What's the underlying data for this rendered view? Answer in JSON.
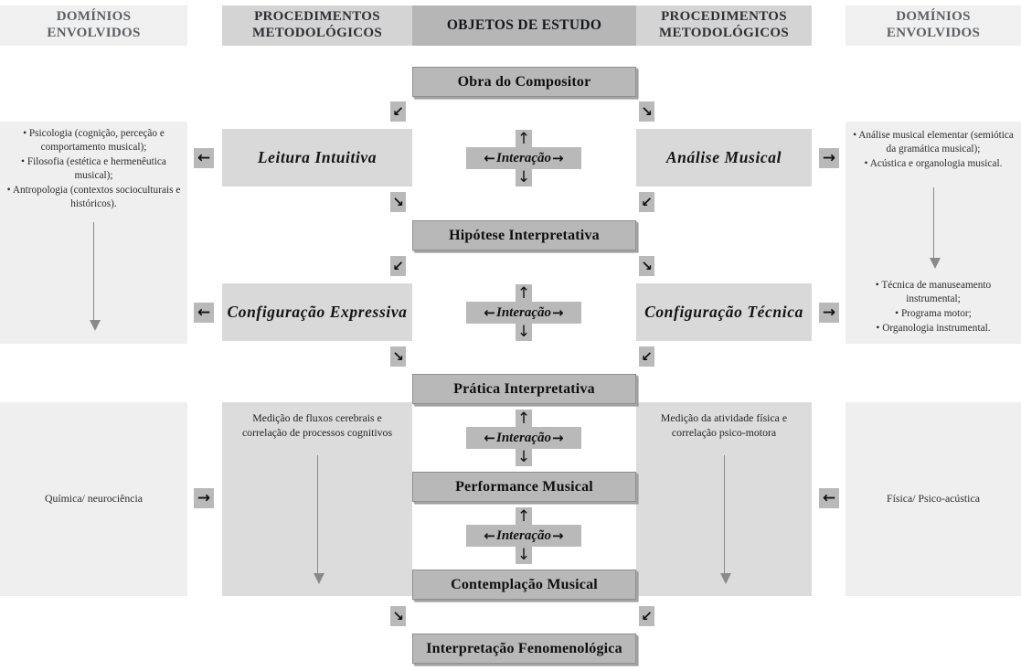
{
  "headers": {
    "domains_left": "DOMÍNIOS\nENVOLVIDOS",
    "domains_left_line1": "DOMÍNIOS",
    "domains_left_line2": "ENVOLVIDOS",
    "proc_left_line1": "PROCEDIMENTOS",
    "proc_left_line2": "METODOLÓGICOS",
    "objects": "OBJETOS DE ESTUDO",
    "proc_right_line1": "PROCEDIMENTOS",
    "proc_right_line2": "METODOLÓGICOS",
    "domains_right_line1": "DOMÍNIOS",
    "domains_right_line2": "ENVOLVIDOS"
  },
  "objects": {
    "obra": "Obra do Compositor",
    "hipotese": "Hipótese Interpretativa",
    "pratica": "Prática Interpretativa",
    "performance": "Performance Musical",
    "contemplacao": "Contemplação Musical",
    "interpretacao": "Interpretação Fenomenológica"
  },
  "procedures": {
    "leitura_intuitiva": "Leitura Intuitiva",
    "analise_musical": "Análise Musical",
    "configuracao_expressiva": "Configuração Expressiva",
    "configuracao_tecnica": "Configuração Técnica",
    "medicao_cerebral_line1": "Medição de fluxos cerebrais e",
    "medicao_cerebral_line2": "correlação de processos cognitivos",
    "medicao_fisica_line1": "Medição da atividade física e",
    "medicao_fisica_line2": "correlação psico-motora"
  },
  "interaction": {
    "label": "Interação",
    "arrow_left": "←",
    "arrow_right": "→",
    "arrow_up": "↑",
    "arrow_down": "↓"
  },
  "arrows": {
    "down_left": "↙",
    "down_right": "↘",
    "left": "←",
    "right": "→"
  },
  "domains": {
    "left_top_bullets": [
      "Psicologia (cognição, perceção e comportamento musical);",
      "Filosofia (estética e hermenêutica musical);",
      "Antropologia (contextos socioculturais e históricos)."
    ],
    "left_bottom_label": "Química/ neurociência",
    "right_top_bullets": [
      "Análise musical elementar (semiótica da gramática musical);",
      "Acústica e organologia musical."
    ],
    "right_mid_bullets": [
      "Técnica de manuseamento instrumental;",
      "Programa motor;",
      "Organologia instrumental."
    ],
    "right_bottom_label": "Física/ Psico-acústica"
  },
  "colors": {
    "panel_light": "#efefef",
    "proc_box": "#d9d9d9",
    "object_box": "#b8b8b8",
    "header_proc": "#d4d4d4",
    "header_object": "#b6b6b6",
    "method_bg": "#dcdcdc",
    "arrow_badge": "#b9b9b9"
  }
}
